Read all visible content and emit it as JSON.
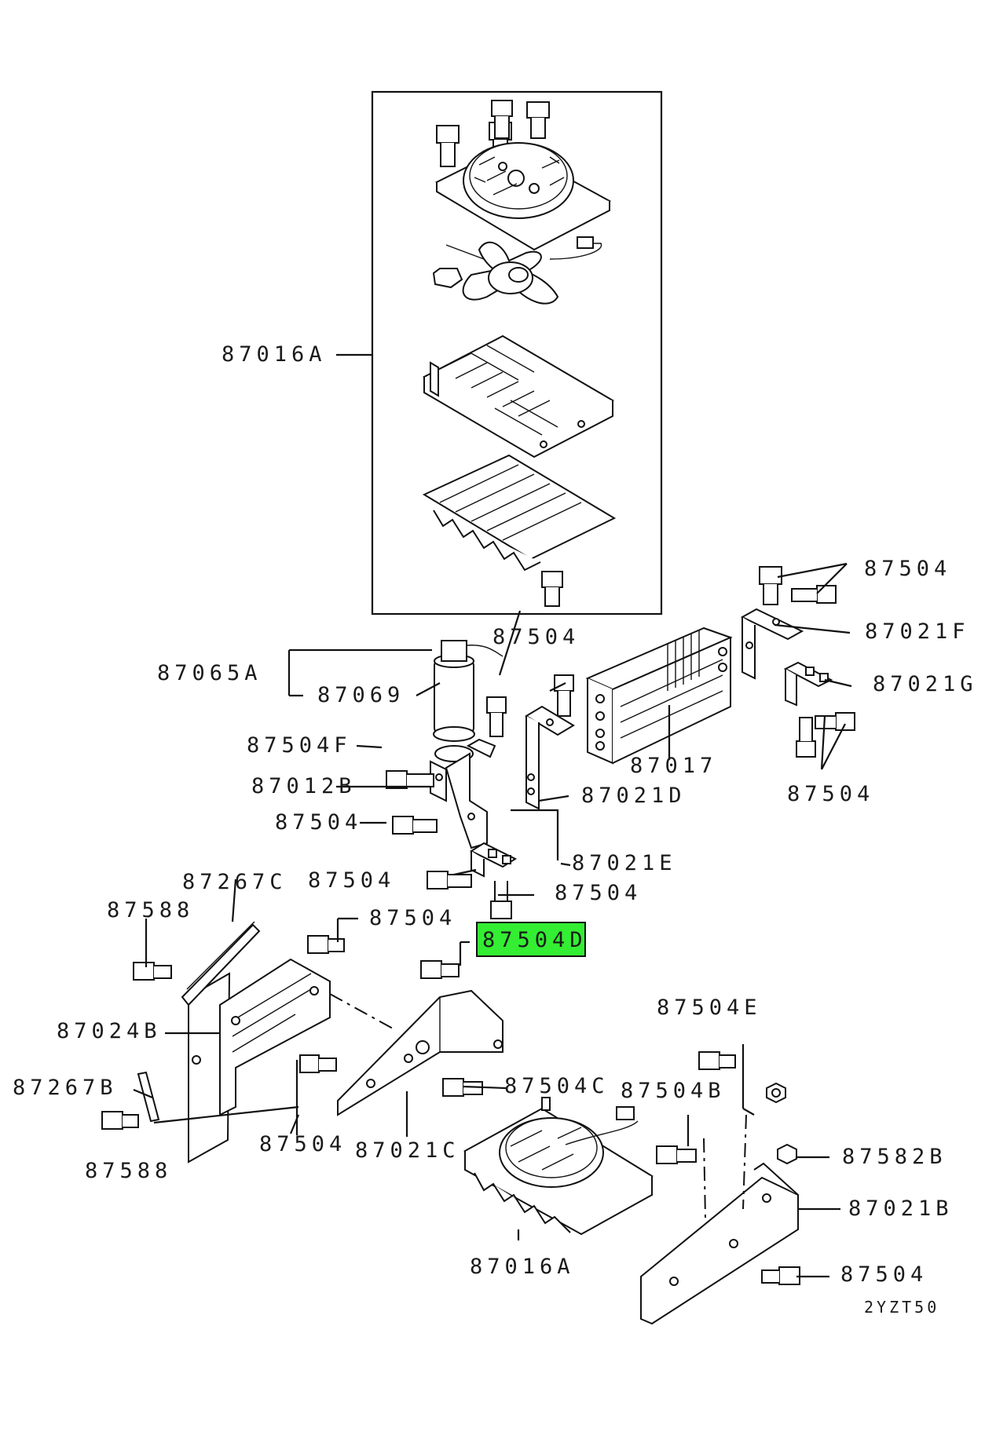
{
  "diagram": {
    "drawing_code": "2YZT50",
    "highlight_color": "#33ee33",
    "labels": {
      "l_87016A_top": "87016A",
      "l_87504_tr": "87504",
      "l_87021F": "87021F",
      "l_87021G": "87021G",
      "l_87504_mid": "87504",
      "l_87065A": "87065A",
      "l_87069": "87069",
      "l_87504F": "87504F",
      "l_87012B": "87012B",
      "l_87504_l1": "87504",
      "l_87017": "87017",
      "l_87504_r2": "87504",
      "l_87021D": "87021D",
      "l_87021E": "87021E",
      "l_87504_c1": "87504",
      "l_87504_c2": "87504",
      "l_87267C": "87267C",
      "l_87588_a": "87588",
      "l_87504_c3": "87504",
      "l_87504D": "87504D",
      "l_87024B": "87024B",
      "l_87504E": "87504E",
      "l_87267B": "87267B",
      "l_87504C": "87504C",
      "l_87504B": "87504B",
      "l_87588_b": "87588",
      "l_87504_b1": "87504",
      "l_87021C": "87021C",
      "l_87582B": "87582B",
      "l_87021B": "87021B",
      "l_87016A_bot": "87016A",
      "l_87504_br": "87504"
    }
  }
}
